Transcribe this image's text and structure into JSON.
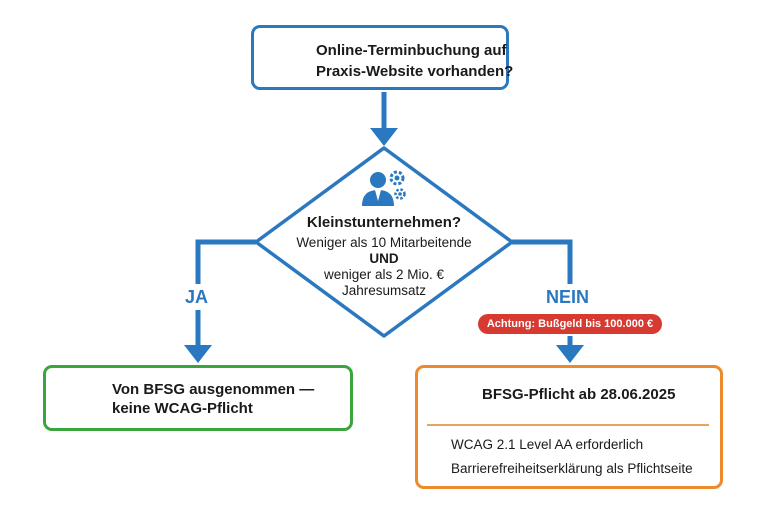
{
  "colors": {
    "flow_blue": "#2a78bf",
    "success_green": "#3aa53c",
    "warning_orange": "#ec8a2c",
    "alert_red": "#d63a30"
  },
  "question": {
    "line1": "Online-Terminbuchung auf",
    "line2": "Praxis-Website vorhanden?",
    "icon": "calendar-click-icon"
  },
  "decision": {
    "icon": "business-person-gears-icon",
    "title": "Kleinstunternehmen?",
    "line1": "Weniger als 10 Mitarbeitende",
    "line2": "UND",
    "line3": "weniger als 2 Mio. €",
    "line4": "Jahresumsatz"
  },
  "branches": {
    "yes_label": "JA",
    "no_label": "NEIN",
    "fine_warning": "Achtung: Bußgeld bis 100.000 €"
  },
  "exempt": {
    "icon": "check-circle-icon",
    "line1": "Von BFSG ausgenommen —",
    "line2": "keine WCAG-Pflicht"
  },
  "obligation": {
    "icon": "warning-triangle-icon",
    "title": "BFSG-Pflicht ab 28.06.2025",
    "items": [
      {
        "icon": "exclamation-circle-icon",
        "text": "WCAG 2.1 Level AA erforderlich"
      },
      {
        "icon": "exclamation-circle-icon",
        "text": "Barrierefreiheitserklärung als Pflichtseite"
      }
    ]
  }
}
